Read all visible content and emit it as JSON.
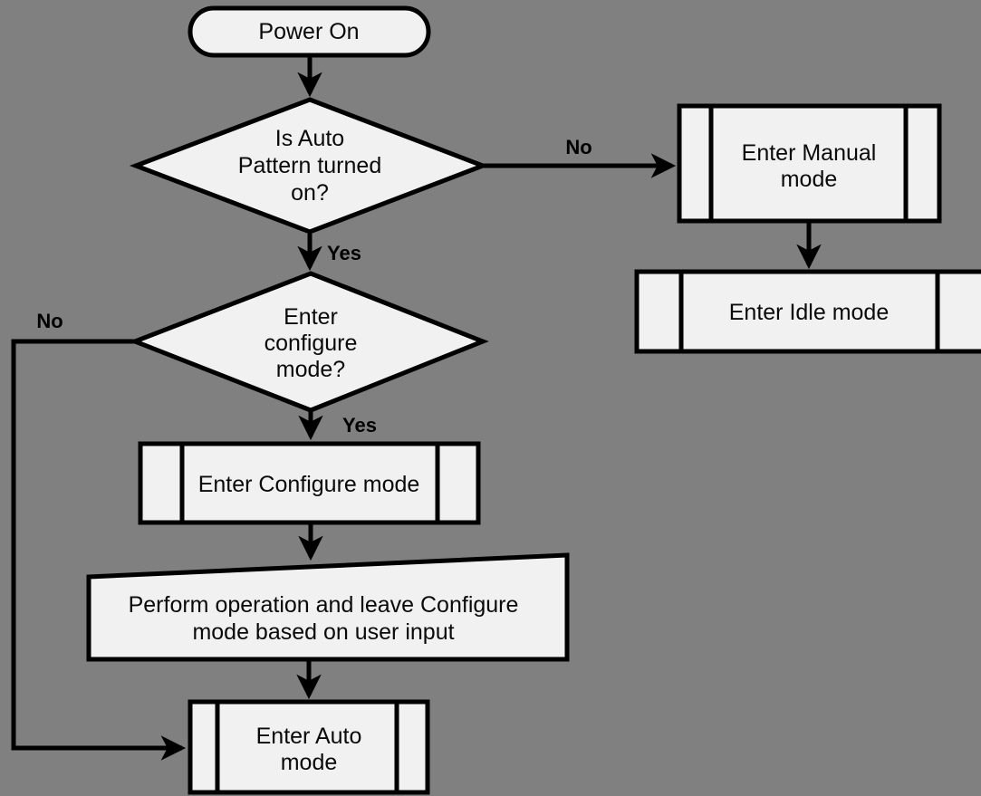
{
  "diagram": {
    "kind": "flowchart",
    "colors": {
      "background": "#808080",
      "shape_fill": "#f1f1f1",
      "stroke": "#000000"
    },
    "nodes": {
      "start": {
        "type": "terminator",
        "label": "Power On"
      },
      "decision_auto": {
        "type": "decision",
        "lines": [
          "Is Auto",
          "Pattern turned",
          "on?"
        ]
      },
      "manual": {
        "type": "predefined_process",
        "lines": [
          "Enter Manual",
          "mode"
        ]
      },
      "idle": {
        "type": "predefined_process",
        "label": "Enter Idle mode"
      },
      "decision_configure": {
        "type": "decision",
        "lines": [
          "Enter",
          "configure",
          "mode?"
        ]
      },
      "configure": {
        "type": "predefined_process",
        "label": "Enter Configure mode"
      },
      "perform": {
        "type": "manual_input",
        "lines": [
          "Perform operation and leave Configure",
          "mode based on user input"
        ]
      },
      "auto": {
        "type": "predefined_process",
        "lines": [
          "Enter Auto",
          "mode"
        ]
      }
    },
    "edge_labels": {
      "d1_no": "No",
      "d1_yes": "Yes",
      "d2_no": "No",
      "d2_yes": "Yes"
    }
  }
}
